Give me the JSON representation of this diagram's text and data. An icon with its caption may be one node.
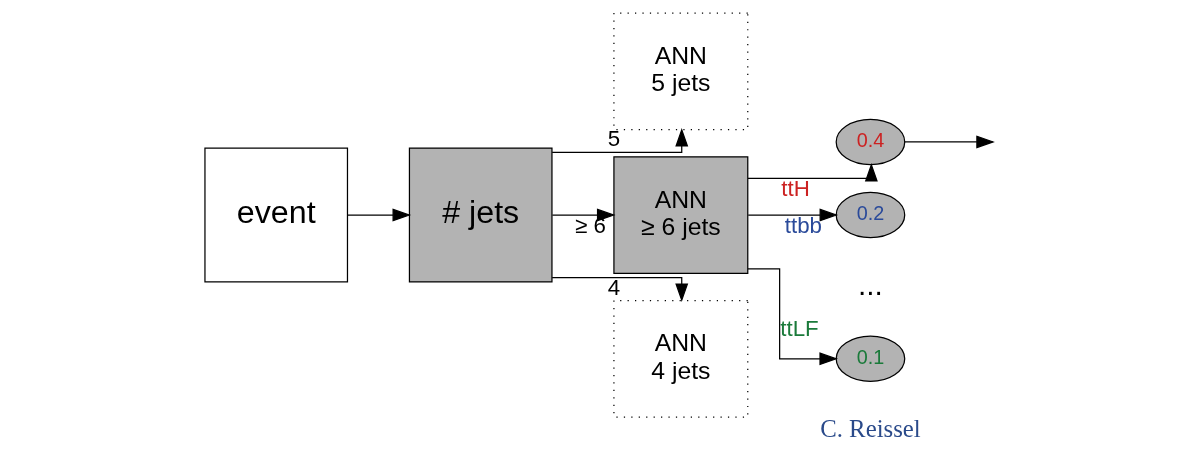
{
  "diagram": {
    "nodes": [
      {
        "text": [
          "event"
        ]
      },
      {
        "text": [
          "# jets"
        ]
      },
      {
        "text": [
          "ANN",
          "5 jets"
        ]
      },
      {
        "text": [
          "ANN",
          "≥ 6 jets"
        ]
      },
      {
        "text": [
          "ANN",
          "4 jets"
        ]
      },
      {
        "text": [
          "0.4"
        ]
      },
      {
        "text": [
          "0.2"
        ]
      },
      {
        "text": [
          "0.1"
        ]
      }
    ],
    "edges": [
      {
        "from": 0,
        "to": 1,
        "arrow": "to"
      },
      {
        "from": 1,
        "to": 2,
        "arrow": "to",
        "label": "5"
      },
      {
        "from": 1,
        "to": 3,
        "arrow": "to",
        "label": "≥ 6"
      },
      {
        "from": 1,
        "to": 4,
        "arrow": "to",
        "label": "4"
      },
      {
        "from": 3,
        "to": 5,
        "arrow": "to",
        "label": "ttH"
      },
      {
        "from": 3,
        "to": 6,
        "arrow": "to",
        "label": "ttbb"
      },
      {
        "from": 3,
        "to": 7,
        "arrow": "to",
        "label": "ttLF"
      },
      {
        "from": 5,
        "to": null,
        "arrow": "to"
      }
    ],
    "labels": [
      "...",
      "C. Reissel"
    ]
  }
}
